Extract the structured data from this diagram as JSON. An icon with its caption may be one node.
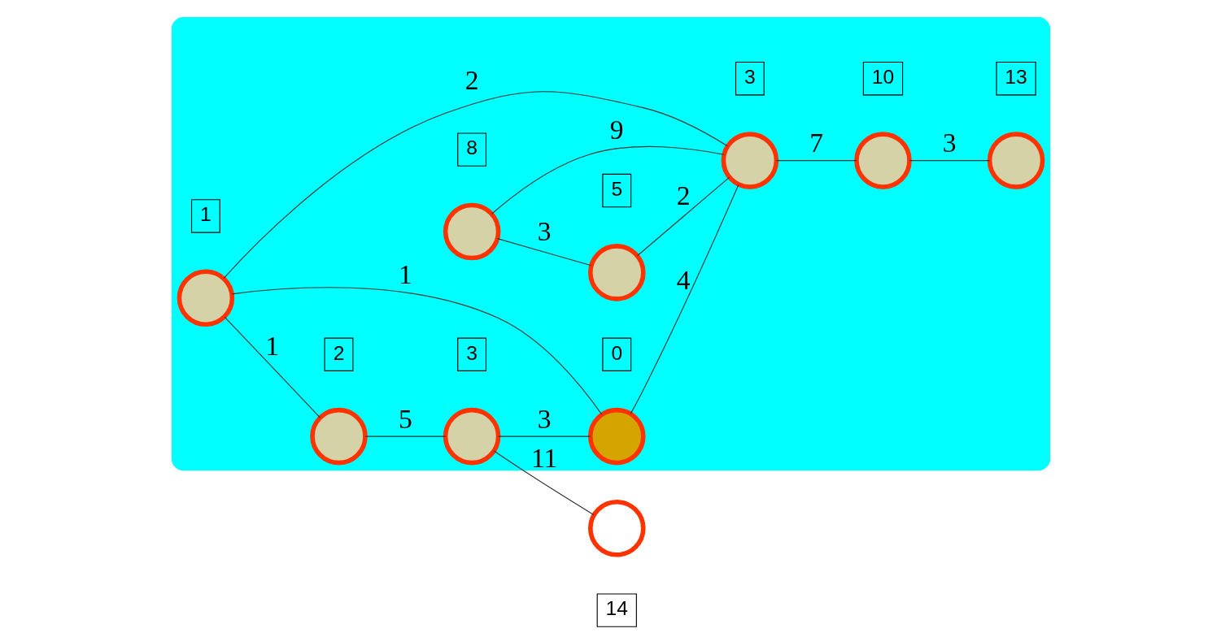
{
  "diagram": {
    "nodes": [
      {
        "text": [],
        "shape": "cloud"
      },
      {
        "text": [],
        "shape": "circle",
        "in": 0,
        "beside": [
          "1"
        ]
      },
      {
        "text": [],
        "shape": "circle",
        "in": 0,
        "beside": [
          "8"
        ]
      },
      {
        "text": [],
        "shape": "circle",
        "in": 0,
        "beside": [
          "5"
        ]
      },
      {
        "text": [],
        "shape": "circle",
        "in": 0,
        "beside": [
          "13"
        ]
      },
      {
        "text": [],
        "shape": "circle",
        "in": 0,
        "beside": [
          "2"
        ]
      },
      {
        "text": [],
        "shape": "circle",
        "in": 0,
        "beside": [
          "0"
        ]
      },
      {
        "text": [],
        "shape": "circle",
        "in": 0,
        "beside": [
          "3"
        ]
      },
      {
        "text": [],
        "shape": "circle",
        "in": 0,
        "beside": [
          "10"
        ]
      },
      {
        "text": [],
        "shape": "circle",
        "in": 0,
        "beside": [
          "3"
        ]
      },
      {
        "text": [],
        "shape": "circle",
        "beside": [
          "14"
        ]
      }
    ],
    "edges": [
      {
        "from": 1,
        "to": 5,
        "arrow": "none",
        "label": "1"
      },
      {
        "from": 1,
        "to": 6,
        "arrow": "none",
        "label": "1"
      },
      {
        "from": 1,
        "to": 7,
        "arrow": "none",
        "label": "2"
      },
      {
        "from": 5,
        "to": 9,
        "arrow": "none",
        "label": "5"
      },
      {
        "from": 9,
        "to": 6,
        "arrow": "none",
        "label": "3"
      },
      {
        "from": 6,
        "to": 7,
        "arrow": "none",
        "label": "4"
      },
      {
        "from": 2,
        "to": 3,
        "arrow": "none",
        "label": "3"
      },
      {
        "from": 2,
        "to": 7,
        "arrow": "none",
        "label": "9"
      },
      {
        "from": 3,
        "to": 7,
        "arrow": "none",
        "label": "2"
      },
      {
        "from": 7,
        "to": 8,
        "arrow": "none",
        "label": "7"
      },
      {
        "from": 8,
        "to": 4,
        "arrow": "none",
        "label": "3"
      },
      {
        "from": 9,
        "to": 10,
        "arrow": "none",
        "label": "11"
      }
    ]
  }
}
